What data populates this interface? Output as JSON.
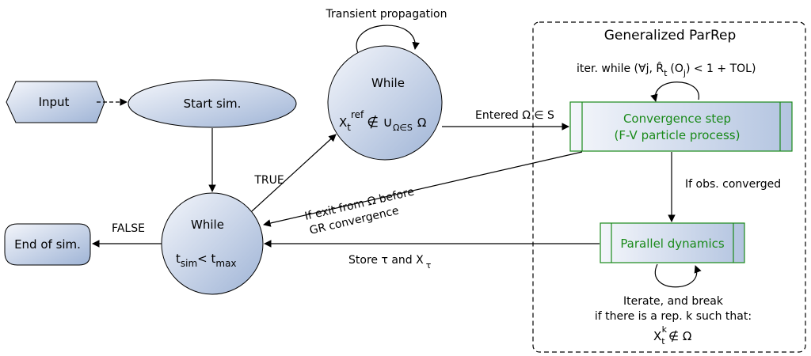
{
  "nodes": {
    "input": "Input",
    "start": "Start sim.",
    "end": "End of sim.",
    "outer_while": {
      "title": "While",
      "cond_t": "t",
      "cond_sim": "sim",
      "cond_lt": "< t",
      "cond_max": "max"
    },
    "inner_while": {
      "title": "While",
      "x": "X",
      "sub_t": "t",
      "sup_ref": "ref",
      "notin": "∉ ∪",
      "sub_union": "Ω∈S",
      "omega": "Ω"
    },
    "convergence": {
      "line1": "Convergence step",
      "line2": "(F-V particle process)"
    },
    "parallel": "Parallel dynamics"
  },
  "group": {
    "title": "Generalized ParRep"
  },
  "labels": {
    "transient": "Transient propagation",
    "true": "TRUE",
    "false": "FALSE",
    "entered": "Entered Ω ∈ S",
    "iter_while_pre": "iter. while (∀j, R̂",
    "iter_while_sub": "t",
    "iter_while_mid": "(O",
    "iter_while_sub2": "j",
    "iter_while_post": ") < 1 + TOL)",
    "obs_converged": "If obs. converged",
    "exit_line1": "If exit from Ω before",
    "exit_line2": "GR convergence",
    "store": "Store τ and X",
    "store_sub": "τ",
    "iterate_line1": "Iterate, and break",
    "iterate_line2": "if there is a rep. k such that:",
    "xk_x": "X",
    "xk_sub": "t",
    "xk_sup": "k",
    "xk_rest": "∉ Ω"
  },
  "colors": {
    "node_fill_light": "#eef2f9",
    "node_fill_dark": "#a9bcd9",
    "green": "#1a8a1a"
  }
}
